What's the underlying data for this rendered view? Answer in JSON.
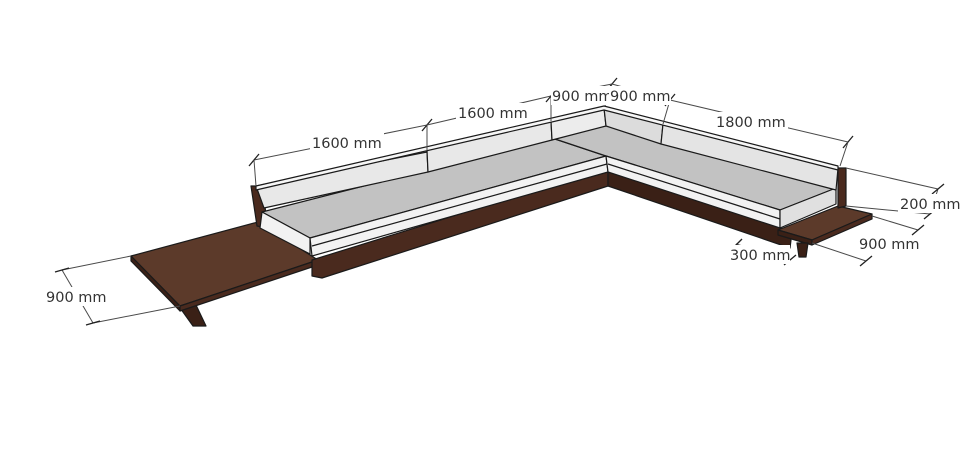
{
  "colors": {
    "wood_top": "#5c3a2a",
    "wood_front": "#4a2a1e",
    "wood_dark": "#3a2016",
    "cushion_top": "#c2c2c2",
    "cushion_side": "#f2f2f2",
    "backrest": "#e8e8e8",
    "outline": "#1a1a1a"
  },
  "dimensions": {
    "left_back_cushion": "1600 mm",
    "middle_back_cushion": "1600 mm",
    "corner_left": "900 mm",
    "corner_right": "900 mm",
    "right_back_cushion": "1800 mm",
    "right_height": "200 mm",
    "right_table_width": "900 mm",
    "right_table_depth": "300 mm",
    "left_table_width": "900 mm"
  }
}
